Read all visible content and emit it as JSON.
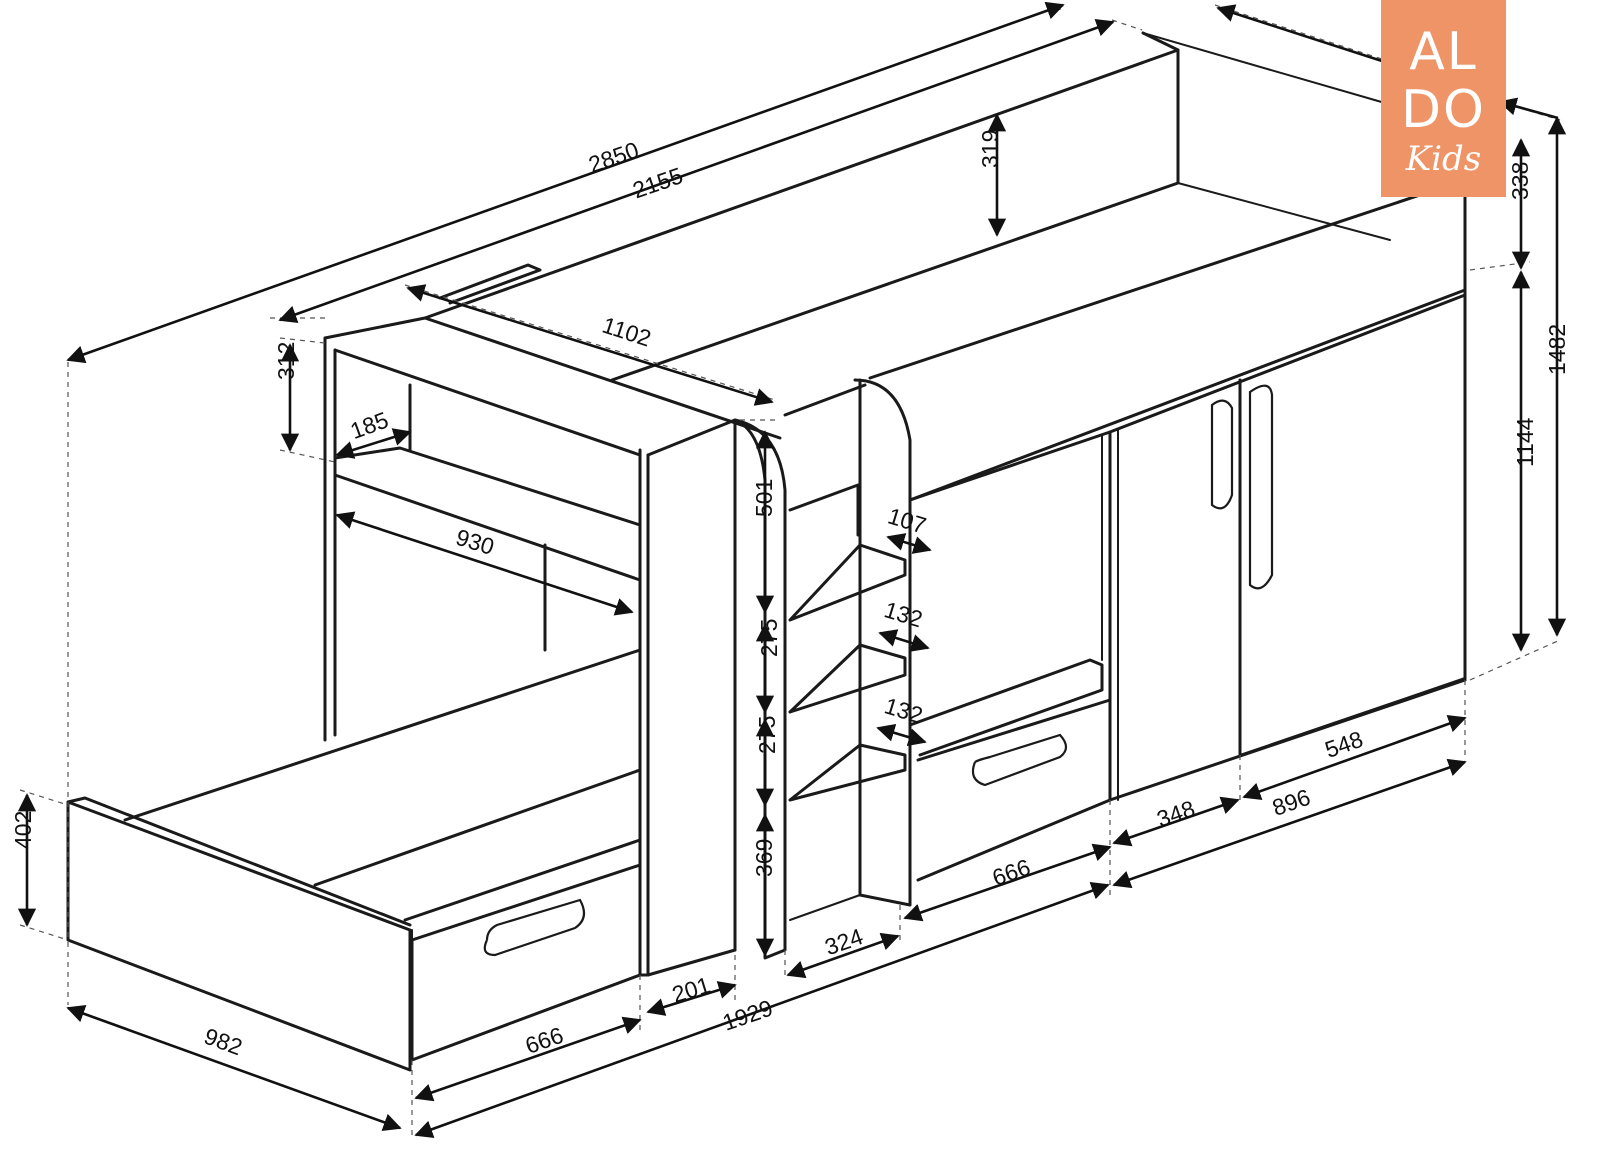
{
  "brand": {
    "logo_line1": "AL",
    "logo_line2": "DO",
    "logo_line3": "Kids",
    "background_color": "#ee9466",
    "text_color": "#ffffff"
  },
  "dimensions": {
    "overall_length": "2850",
    "top_bed_length": "2155",
    "top_guard_height": "319",
    "right_guard_height": "338",
    "total_height": "1482",
    "wardrobe_height": "1144",
    "top_bed_width": "1102",
    "shelf_unit_height": "312",
    "shelf_depth": "185",
    "lower_bed_inner_length": "930",
    "ladder_upper_gap": "501",
    "step_depth_top": "107",
    "ladder_gap_1": "275",
    "step_depth_mid": "132",
    "ladder_gap_2": "275",
    "step_depth_low": "132",
    "ladder_bottom_gap": "369",
    "lower_bed_height": "402",
    "lower_bed_width": "982",
    "drawer_left_width": "666",
    "post_width": "201",
    "lower_total_length": "1929",
    "ladder_base_width": "324",
    "drawer_right_width": "666",
    "wardrobe_left_width": "348",
    "wardrobe_total_width": "896",
    "wardrobe_right_width": "548"
  }
}
